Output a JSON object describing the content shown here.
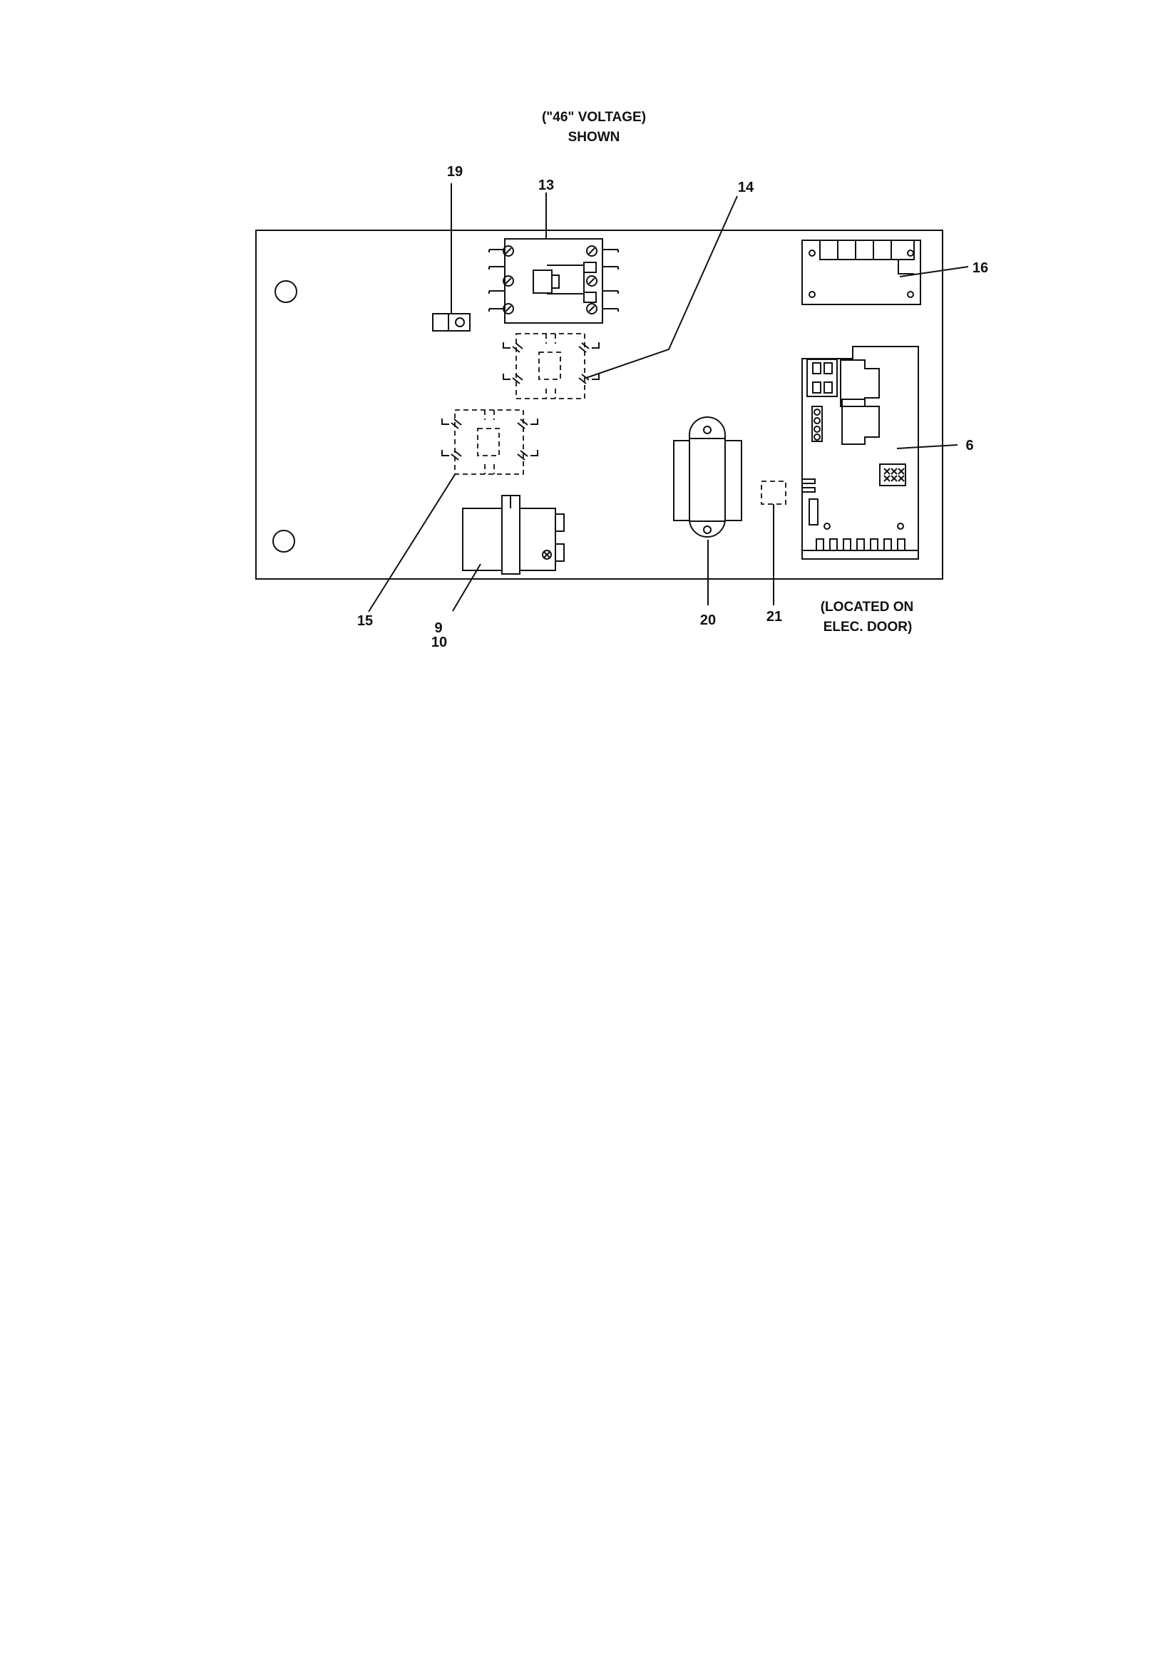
{
  "header": {
    "line1": "(\"46\" VOLTAGE)",
    "line2": "SHOWN"
  },
  "callouts": {
    "c19": "19",
    "c13": "13",
    "c14": "14",
    "c16": "16",
    "c6": "6",
    "c15": "15",
    "c9": "9",
    "c10": "10",
    "c20": "20",
    "c21": "21"
  },
  "note": {
    "line1": "(LOCATED ON",
    "line2": "ELEC. DOOR)"
  }
}
